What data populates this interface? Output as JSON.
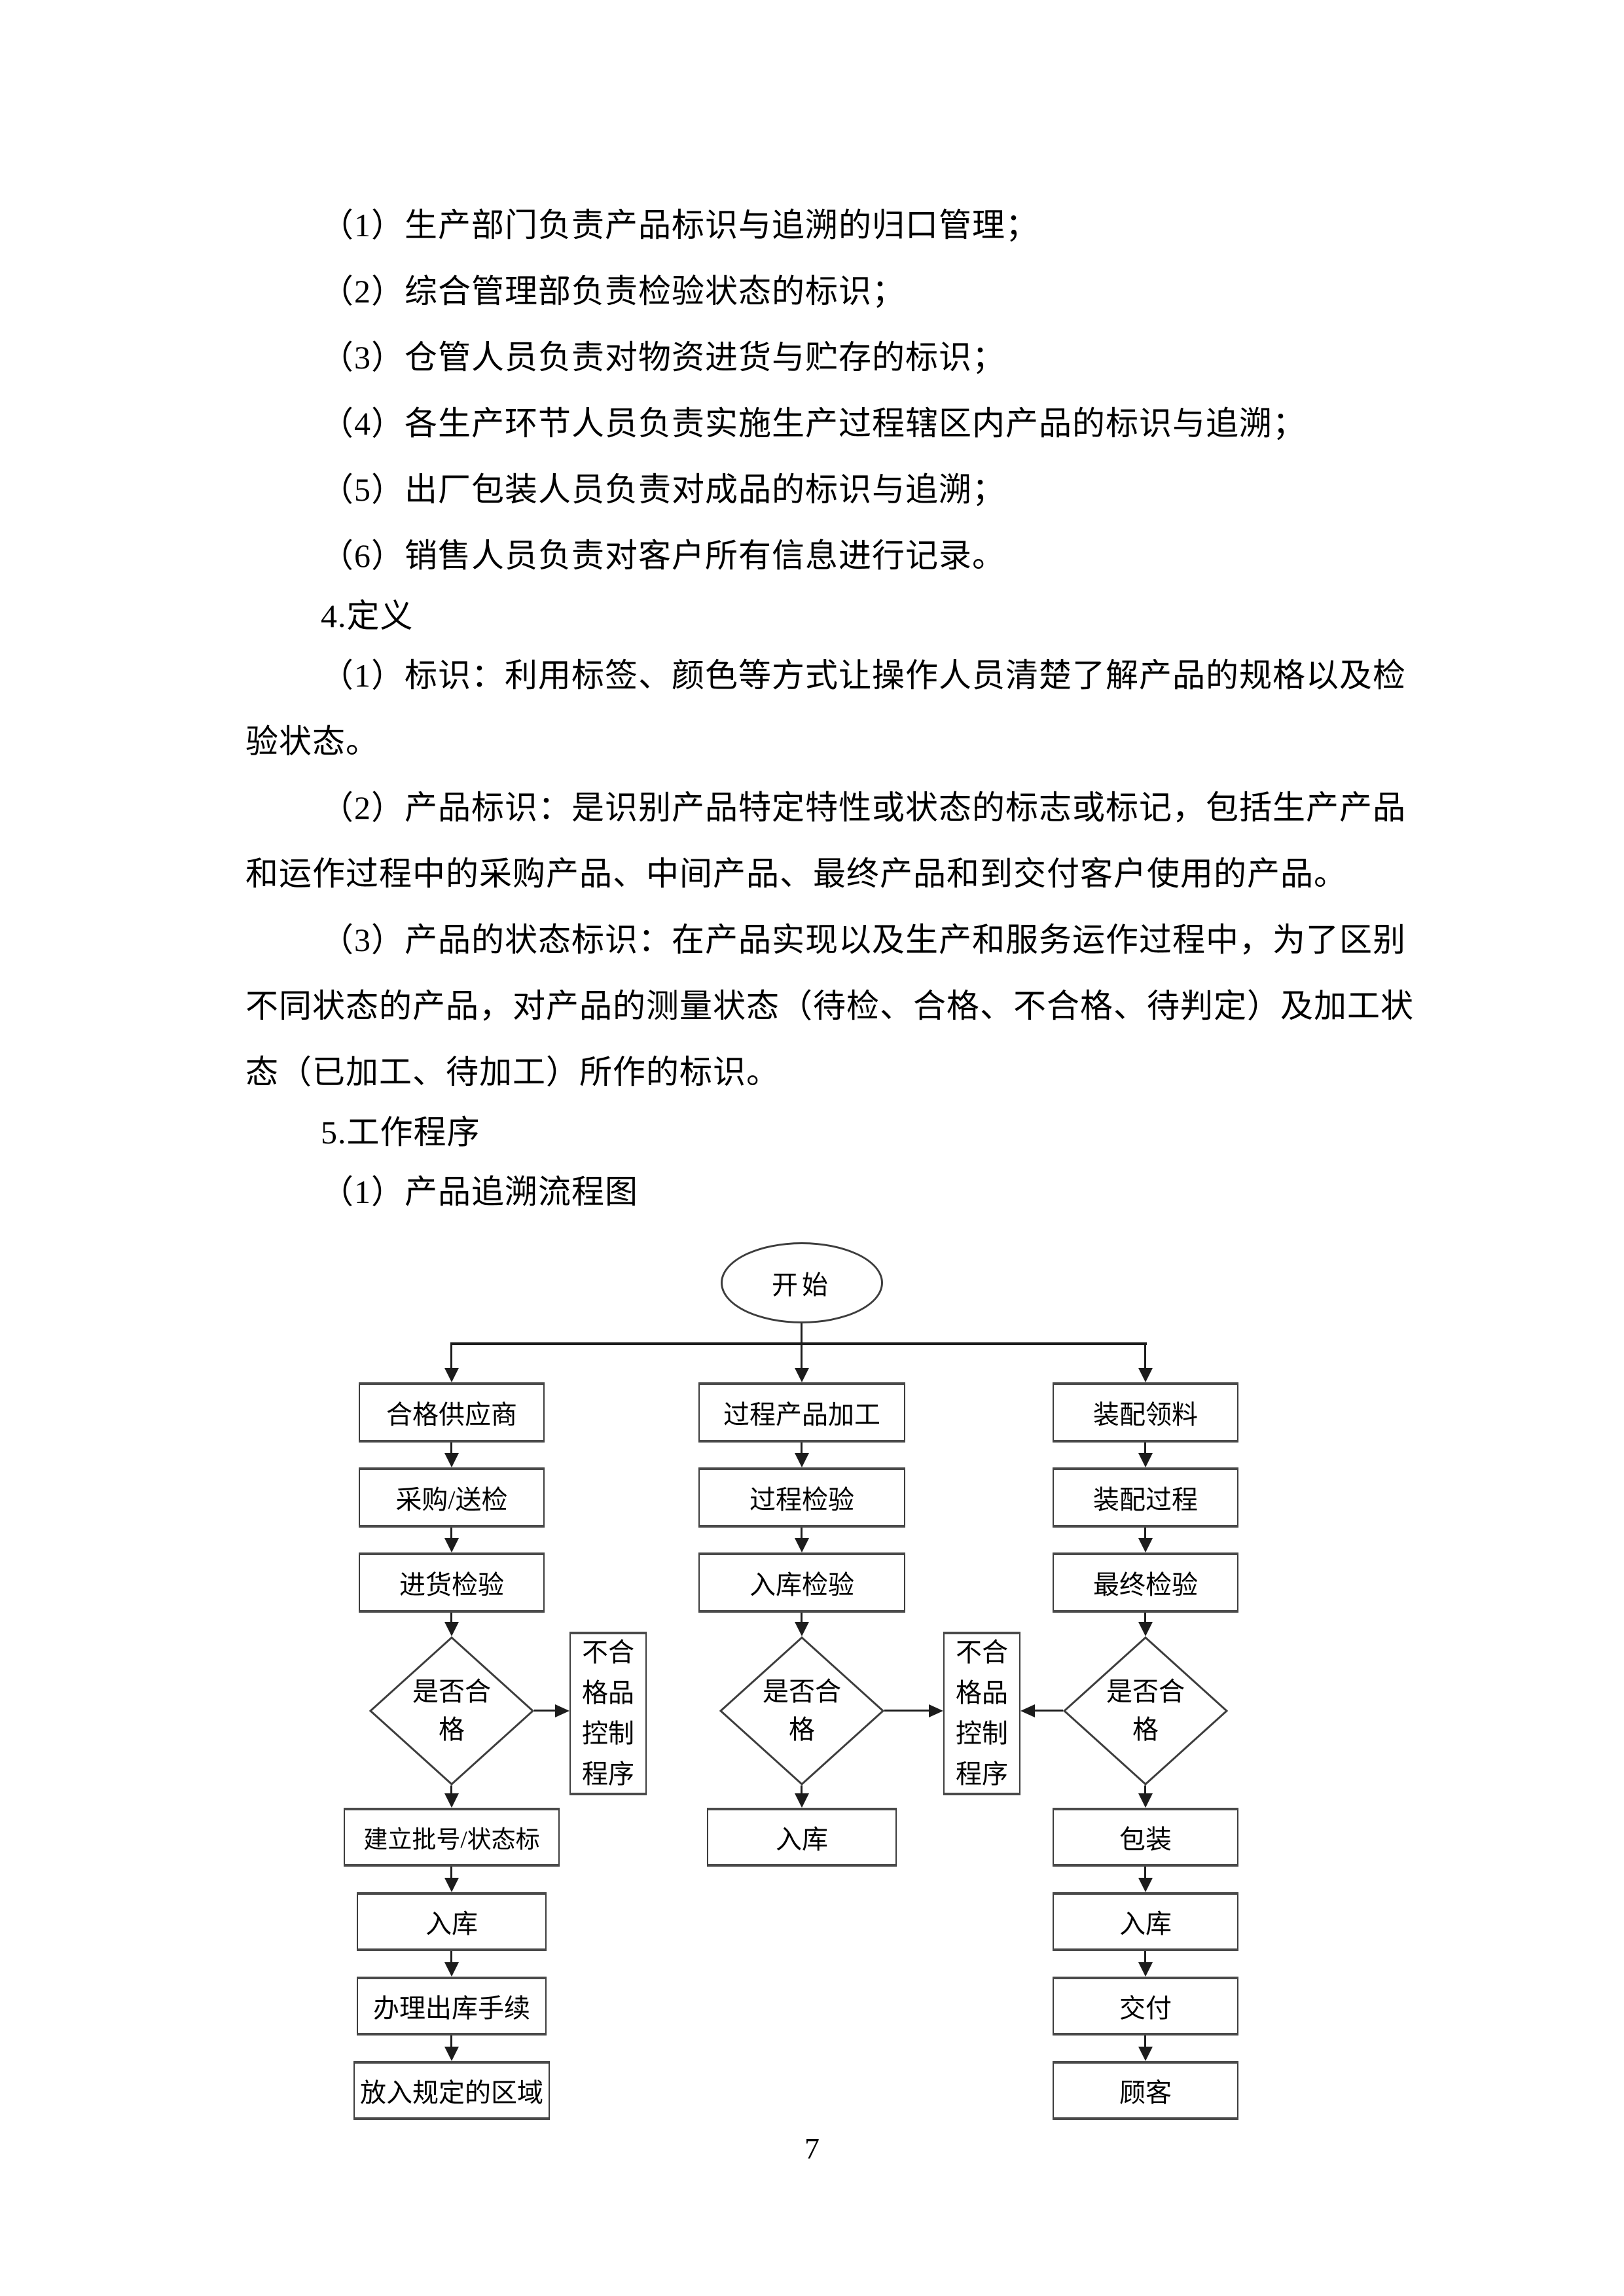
{
  "page": {
    "number": "7"
  },
  "document": {
    "lines": [
      {
        "text": "（1）生产部门负责产品标识与追溯的归口管理；",
        "indent": true,
        "heading": false
      },
      {
        "text": "（2）综合管理部负责检验状态的标识；",
        "indent": true,
        "heading": false
      },
      {
        "text": "（3）仓管人员负责对物资进货与贮存的标识；",
        "indent": true,
        "heading": false
      },
      {
        "text": "（4）各生产环节人员负责实施生产过程辖区内产品的标识与追溯；",
        "indent": true,
        "heading": false
      },
      {
        "text": "（5）出厂包装人员负责对成品的标识与追溯；",
        "indent": true,
        "heading": false
      },
      {
        "text": "（6）销售人员负责对客户所有信息进行记录。",
        "indent": true,
        "heading": false
      },
      {
        "text": "4.定义",
        "indent": true,
        "heading": true
      },
      {
        "text": "（1）标识：利用标签、颜色等方式让操作人员清楚了解产品的规格以及检",
        "indent": true,
        "heading": false
      },
      {
        "text": "验状态。",
        "indent": false,
        "heading": false
      },
      {
        "text": "（2）产品标识：是识别产品特定特性或状态的标志或标记，包括生产产品",
        "indent": true,
        "heading": false
      },
      {
        "text": "和运作过程中的采购产品、中间产品、最终产品和到交付客户使用的产品。",
        "indent": false,
        "heading": false
      },
      {
        "text": "（3）产品的状态标识：在产品实现以及生产和服务运作过程中，为了区别",
        "indent": true,
        "heading": false
      },
      {
        "text": "不同状态的产品，对产品的测量状态（待检、合格、不合格、待判定）及加工状",
        "indent": false,
        "heading": false
      },
      {
        "text": "态（已加工、待加工）所作的标识。",
        "indent": false,
        "heading": false
      },
      {
        "text": "5.工作程序",
        "indent": true,
        "heading": true
      },
      {
        "text": "（1）产品追溯流程图",
        "indent": true,
        "heading": false
      }
    ]
  },
  "flowchart": {
    "start": "开始",
    "decision": "是否合格",
    "reject_control": "不合格品控制程序",
    "col1": {
      "r1": "合格供应商",
      "r2": "采购/送检",
      "r3": "进货检验",
      "r4": "建立批号/状态标",
      "r5": "入库",
      "r6": "办理出库手续",
      "r7": "放入规定的区域"
    },
    "col2": {
      "r1": "过程产品加工",
      "r2": "过程检验",
      "r3": "入库检验",
      "r4": "入库"
    },
    "col3": {
      "r1": "装配领料",
      "r2": "装配过程",
      "r3": "最终检验",
      "r4": "包装",
      "r5": "入库",
      "r6": "交付",
      "r7": "顾客"
    }
  }
}
